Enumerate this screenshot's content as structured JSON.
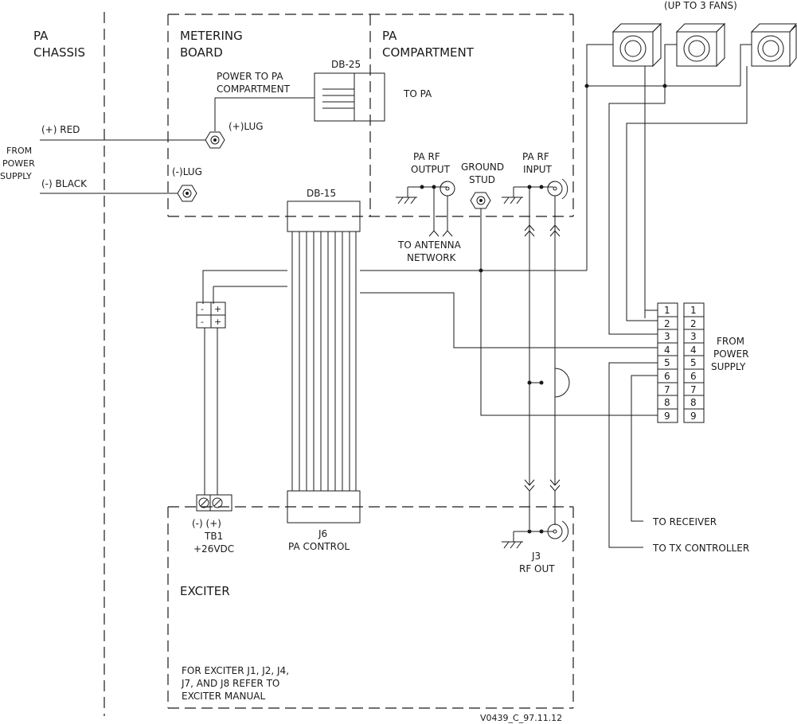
{
  "regions": {
    "pa_chassis": [
      "PA",
      "CHASSIS"
    ],
    "metering_board": [
      "METERING",
      "BOARD"
    ],
    "pa_compartment": [
      "PA",
      "COMPARTMENT"
    ],
    "exciter": "EXCITER"
  },
  "fans_label": "(UP TO 3 FANS)",
  "power_to_pa": [
    "POWER TO PA",
    "COMPARTMENT"
  ],
  "db25": "DB-25",
  "to_pa": "TO PA",
  "pos_red": "(+) RED",
  "neg_black": "(-) BLACK",
  "from_power_supply_left": [
    "FROM",
    "POWER",
    "SUPPLY"
  ],
  "pos_lug": "(+)LUG",
  "neg_lug": "(-)LUG",
  "db15": "DB-15",
  "pa_rf_output": [
    "PA RF",
    "OUTPUT"
  ],
  "ground_stud": [
    "GROUND",
    "STUD"
  ],
  "pa_rf_input": [
    "PA RF",
    "INPUT"
  ],
  "to_antenna": [
    "TO ANTENNA",
    "NETWORK"
  ],
  "terminal_numbers": [
    "1",
    "2",
    "3",
    "4",
    "5",
    "6",
    "7",
    "8",
    "9"
  ],
  "from_power_supply_right": [
    "FROM",
    "POWER",
    "SUPPLY"
  ],
  "tb_polarity": "(-) (+)",
  "tb1": [
    "TB1",
    "+26VDC"
  ],
  "j6": [
    "J6",
    "PA CONTROL"
  ],
  "j3": [
    "J3",
    "RF OUT"
  ],
  "to_receiver": "TO RECEIVER",
  "to_tx_controller": "TO TX CONTROLLER",
  "note": [
    "FOR EXCITER J1, J2, J4,",
    "J7, AND J8 REFER TO",
    "EXCITER MANUAL"
  ],
  "drawing_id": "V0439_C_97.11.12",
  "tb_box_signs": [
    "-",
    "+",
    "-",
    "+"
  ]
}
